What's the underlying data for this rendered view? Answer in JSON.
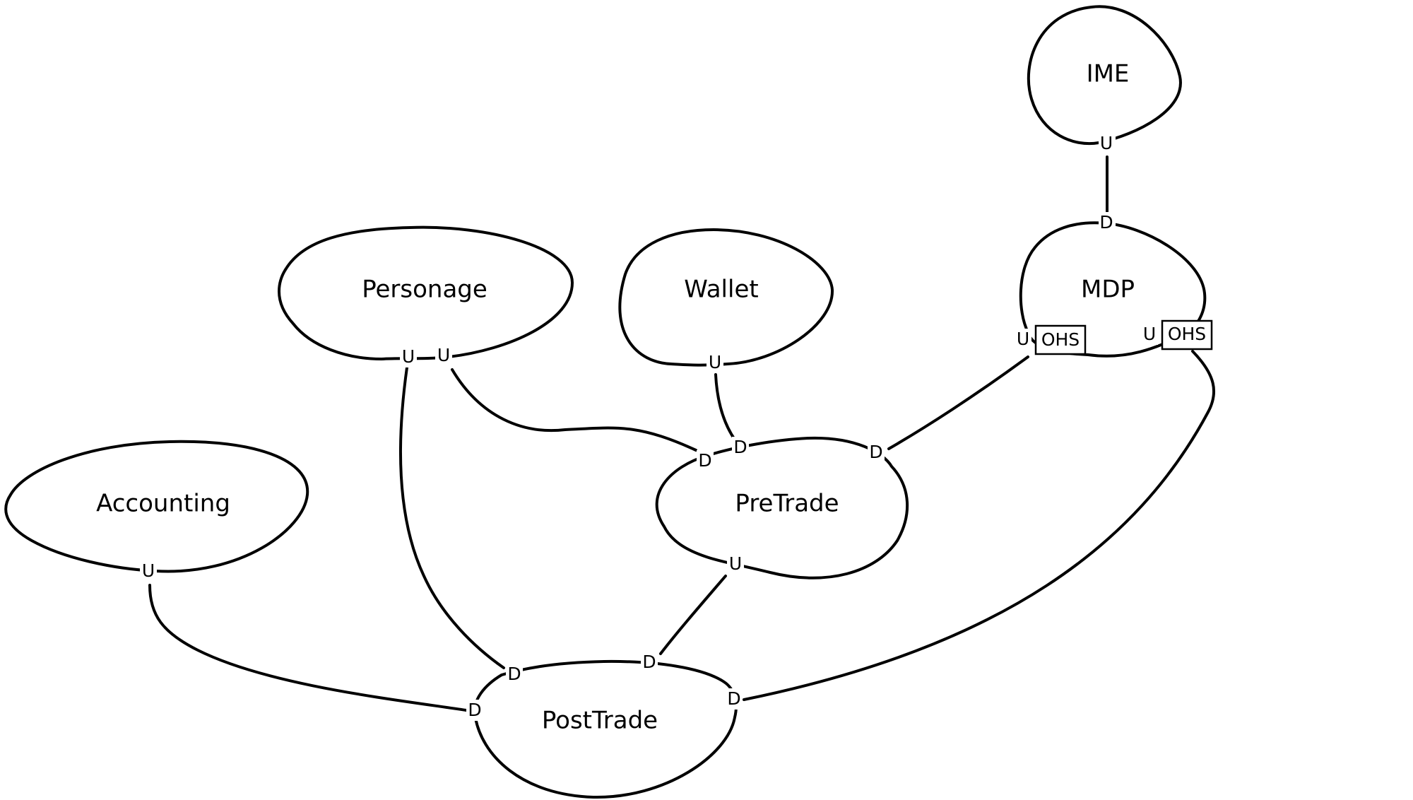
{
  "contexts": {
    "ime": "IME",
    "mdp": "MDP",
    "personage": "Personage",
    "wallet": "Wallet",
    "accounting": "Accounting",
    "pretrade": "PreTrade",
    "posttrade": "PostTrade"
  },
  "ports": {
    "upstream": "U",
    "downstream": "D",
    "open_host_service": "OHS"
  },
  "relationships": [
    {
      "upstream": "IME",
      "downstream": "MDP"
    },
    {
      "upstream": "MDP",
      "downstream": "PreTrade",
      "upstream_pattern": "OHS"
    },
    {
      "upstream": "MDP",
      "downstream": "PostTrade",
      "upstream_pattern": "OHS"
    },
    {
      "upstream": "Personage",
      "downstream": "PreTrade"
    },
    {
      "upstream": "Personage",
      "downstream": "PostTrade"
    },
    {
      "upstream": "Wallet",
      "downstream": "PreTrade"
    },
    {
      "upstream": "PreTrade",
      "downstream": "PostTrade"
    },
    {
      "upstream": "Accounting",
      "downstream": "PostTrade"
    }
  ]
}
